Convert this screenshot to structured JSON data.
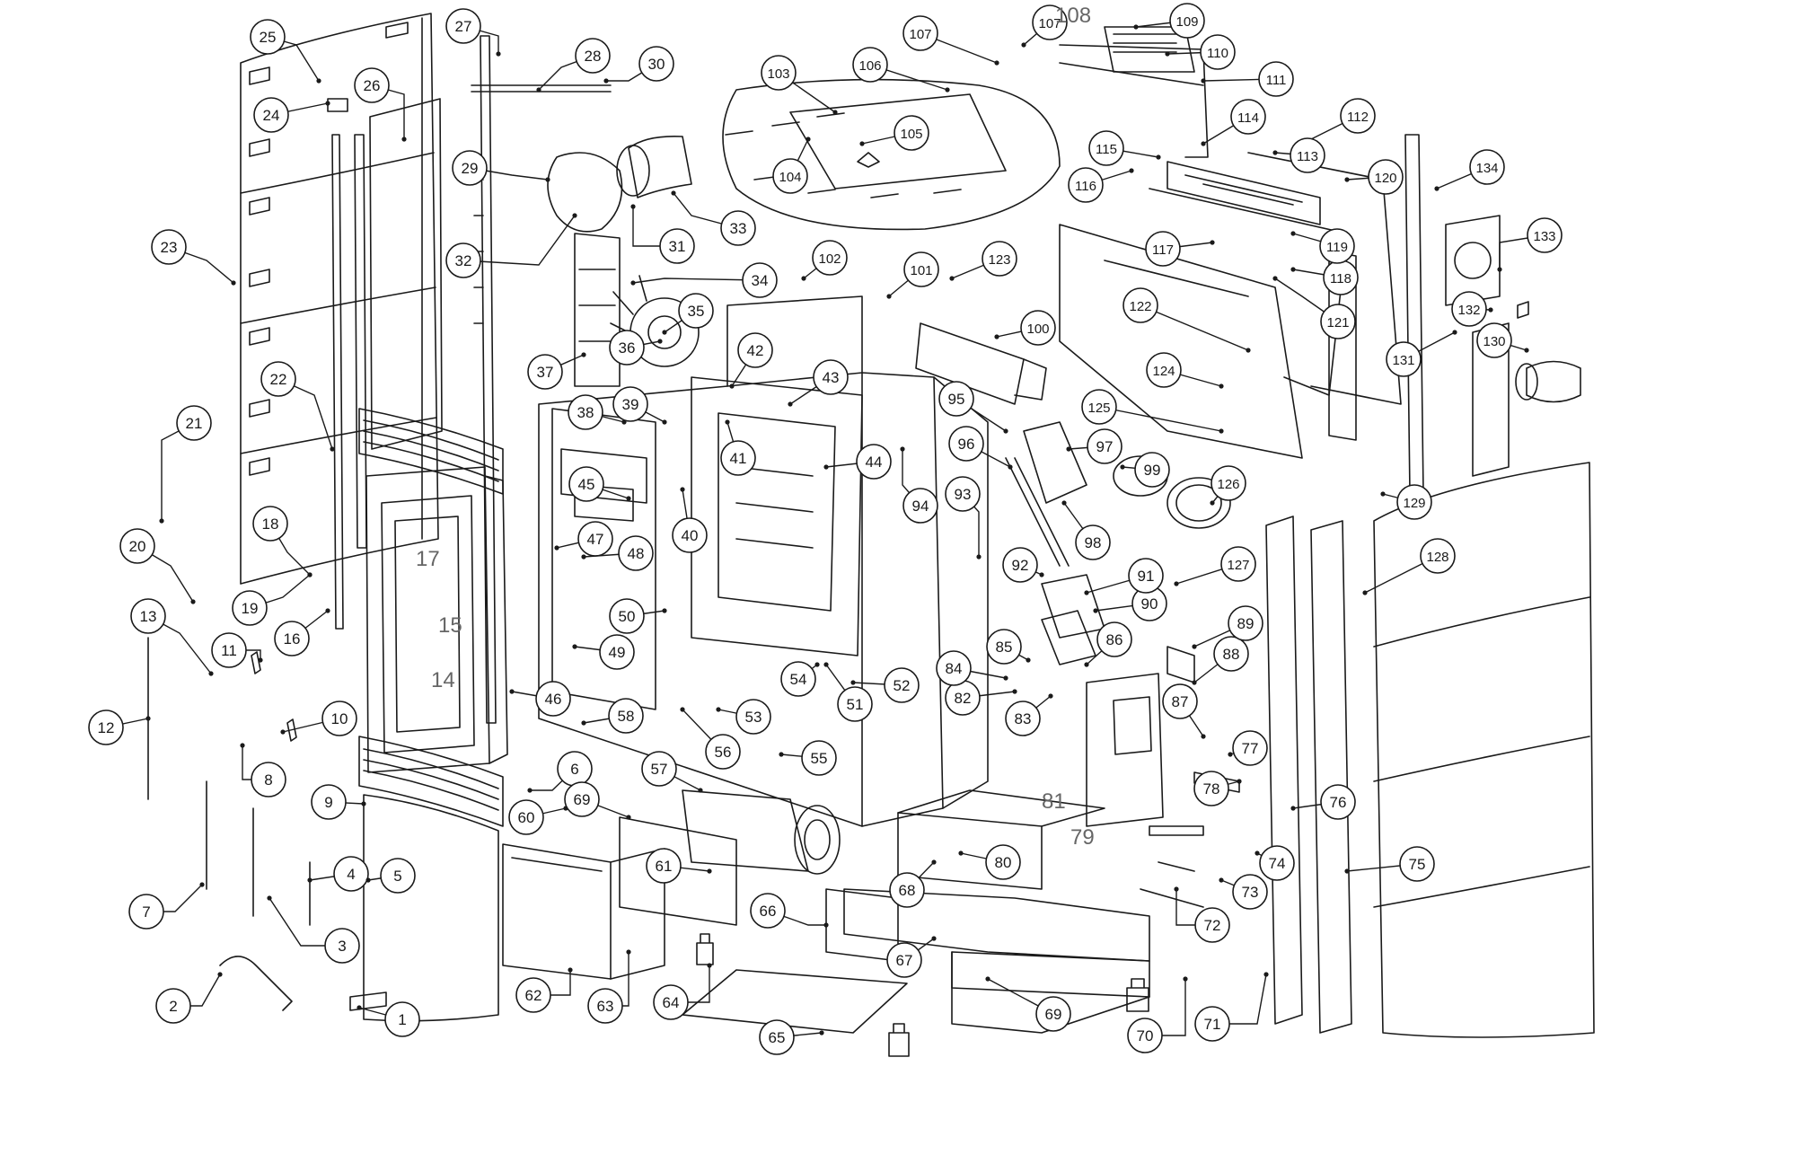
{
  "colors": {
    "line": "#1a1a1a",
    "paper": "#ffffff",
    "fill": "#f4f4f4"
  },
  "callouts": [
    {
      "id": "c1",
      "label": "1"
    },
    {
      "id": "c2",
      "label": "2"
    },
    {
      "id": "c3",
      "label": "3"
    },
    {
      "id": "c4",
      "label": "4"
    },
    {
      "id": "c5",
      "label": "5"
    },
    {
      "id": "c6",
      "label": "6"
    },
    {
      "id": "c7",
      "label": "7"
    },
    {
      "id": "c8",
      "label": "8"
    },
    {
      "id": "c9",
      "label": "9"
    },
    {
      "id": "c10",
      "label": "10"
    },
    {
      "id": "c11",
      "label": "11"
    },
    {
      "id": "c12",
      "label": "12"
    },
    {
      "id": "c13",
      "label": "13"
    },
    {
      "id": "c16",
      "label": "16"
    },
    {
      "id": "c18",
      "label": "18"
    },
    {
      "id": "c19",
      "label": "19"
    },
    {
      "id": "c20",
      "label": "20"
    },
    {
      "id": "c21",
      "label": "21"
    },
    {
      "id": "c22",
      "label": "22"
    },
    {
      "id": "c23",
      "label": "23"
    },
    {
      "id": "c24",
      "label": "24"
    },
    {
      "id": "c25",
      "label": "25"
    },
    {
      "id": "c26",
      "label": "26"
    },
    {
      "id": "c27",
      "label": "27"
    },
    {
      "id": "c28",
      "label": "28"
    },
    {
      "id": "c29",
      "label": "29"
    },
    {
      "id": "c30",
      "label": "30"
    },
    {
      "id": "c31",
      "label": "31"
    },
    {
      "id": "c32",
      "label": "32"
    },
    {
      "id": "c33",
      "label": "33"
    },
    {
      "id": "c34",
      "label": "34"
    },
    {
      "id": "c35",
      "label": "35"
    },
    {
      "id": "c36",
      "label": "36"
    },
    {
      "id": "c37",
      "label": "37"
    },
    {
      "id": "c38",
      "label": "38"
    },
    {
      "id": "c39",
      "label": "39"
    },
    {
      "id": "c40",
      "label": "40"
    },
    {
      "id": "c41",
      "label": "41"
    },
    {
      "id": "c42",
      "label": "42"
    },
    {
      "id": "c43",
      "label": "43"
    },
    {
      "id": "c44",
      "label": "44"
    },
    {
      "id": "c45",
      "label": "45"
    },
    {
      "id": "c46",
      "label": "46"
    },
    {
      "id": "c47",
      "label": "47"
    },
    {
      "id": "c48",
      "label": "48"
    },
    {
      "id": "c49",
      "label": "49"
    },
    {
      "id": "c50",
      "label": "50"
    },
    {
      "id": "c51",
      "label": "51"
    },
    {
      "id": "c52",
      "label": "52"
    },
    {
      "id": "c53",
      "label": "53"
    },
    {
      "id": "c54",
      "label": "54"
    },
    {
      "id": "c55",
      "label": "55"
    },
    {
      "id": "c56",
      "label": "56"
    },
    {
      "id": "c57",
      "label": "57"
    },
    {
      "id": "c58",
      "label": "58"
    },
    {
      "id": "c60",
      "label": "60"
    },
    {
      "id": "c61",
      "label": "61"
    },
    {
      "id": "c62",
      "label": "62"
    },
    {
      "id": "c63",
      "label": "63"
    },
    {
      "id": "c64",
      "label": "64"
    },
    {
      "id": "c65",
      "label": "65"
    },
    {
      "id": "c66",
      "label": "66"
    },
    {
      "id": "c67",
      "label": "67"
    },
    {
      "id": "c68",
      "label": "68"
    },
    {
      "id": "c69a",
      "label": "69"
    },
    {
      "id": "c69b",
      "label": "69"
    },
    {
      "id": "c70",
      "label": "70"
    },
    {
      "id": "c71",
      "label": "71"
    },
    {
      "id": "c72",
      "label": "72"
    },
    {
      "id": "c73",
      "label": "73"
    },
    {
      "id": "c74",
      "label": "74"
    },
    {
      "id": "c75",
      "label": "75"
    },
    {
      "id": "c76",
      "label": "76"
    },
    {
      "id": "c77",
      "label": "77"
    },
    {
      "id": "c78",
      "label": "78"
    },
    {
      "id": "c80",
      "label": "80"
    },
    {
      "id": "c82",
      "label": "82"
    },
    {
      "id": "c83",
      "label": "83"
    },
    {
      "id": "c84",
      "label": "84"
    },
    {
      "id": "c85",
      "label": "85"
    },
    {
      "id": "c86",
      "label": "86"
    },
    {
      "id": "c87",
      "label": "87"
    },
    {
      "id": "c88",
      "label": "88"
    },
    {
      "id": "c89",
      "label": "89"
    },
    {
      "id": "c90",
      "label": "90"
    },
    {
      "id": "c91",
      "label": "91"
    },
    {
      "id": "c92",
      "label": "92"
    },
    {
      "id": "c93",
      "label": "93"
    },
    {
      "id": "c94",
      "label": "94"
    },
    {
      "id": "c95",
      "label": "95"
    },
    {
      "id": "c96",
      "label": "96"
    },
    {
      "id": "c97",
      "label": "97"
    },
    {
      "id": "c98",
      "label": "98"
    },
    {
      "id": "c99",
      "label": "99"
    },
    {
      "id": "c100",
      "label": "100"
    },
    {
      "id": "c101",
      "label": "101"
    },
    {
      "id": "c102",
      "label": "102"
    },
    {
      "id": "c103",
      "label": "103"
    },
    {
      "id": "c104",
      "label": "104"
    },
    {
      "id": "c105",
      "label": "105"
    },
    {
      "id": "c106",
      "label": "106"
    },
    {
      "id": "c107a",
      "label": "107"
    },
    {
      "id": "c107b",
      "label": "107"
    },
    {
      "id": "c109",
      "label": "109"
    },
    {
      "id": "c110",
      "label": "110"
    },
    {
      "id": "c111",
      "label": "111"
    },
    {
      "id": "c112",
      "label": "112"
    },
    {
      "id": "c113",
      "label": "113"
    },
    {
      "id": "c114",
      "label": "114"
    },
    {
      "id": "c115",
      "label": "115"
    },
    {
      "id": "c116",
      "label": "116"
    },
    {
      "id": "c117",
      "label": "117"
    },
    {
      "id": "c118",
      "label": "118"
    },
    {
      "id": "c119",
      "label": "119"
    },
    {
      "id": "c120",
      "label": "120"
    },
    {
      "id": "c121",
      "label": "121"
    },
    {
      "id": "c122",
      "label": "122"
    },
    {
      "id": "c123",
      "label": "123"
    },
    {
      "id": "c124",
      "label": "124"
    },
    {
      "id": "c125",
      "label": "125"
    },
    {
      "id": "c126",
      "label": "126"
    },
    {
      "id": "c127",
      "label": "127"
    },
    {
      "id": "c128",
      "label": "128"
    },
    {
      "id": "c129",
      "label": "129"
    },
    {
      "id": "c130",
      "label": "130"
    },
    {
      "id": "c131",
      "label": "131"
    },
    {
      "id": "c132",
      "label": "132"
    },
    {
      "id": "c133",
      "label": "133"
    },
    {
      "id": "c134",
      "label": "134"
    }
  ],
  "plain_labels": [
    {
      "id": "p14",
      "label": "14"
    },
    {
      "id": "p15",
      "label": "15"
    },
    {
      "id": "p17",
      "label": "17"
    },
    {
      "id": "p79",
      "label": "79"
    },
    {
      "id": "p81",
      "label": "81"
    },
    {
      "id": "p108",
      "label": "108"
    }
  ]
}
